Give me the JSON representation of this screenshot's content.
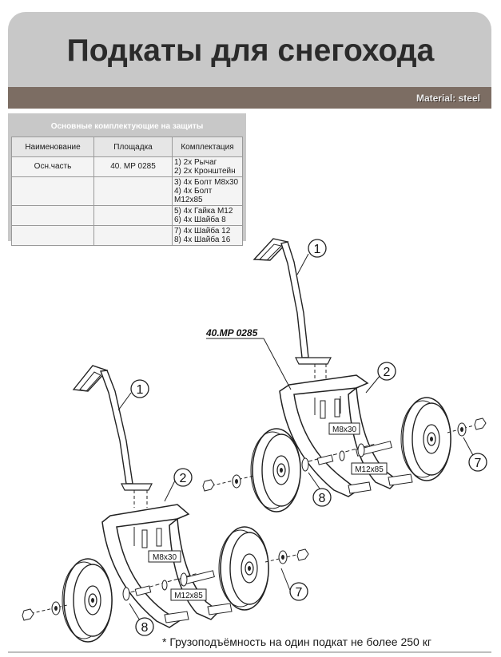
{
  "header": {
    "title": "Подкаты для снегохода",
    "material": "Material: steel"
  },
  "table": {
    "caption": "Основные комплектующие на защиты",
    "columns": [
      "Наименование",
      "Площадка",
      "Комплектация"
    ],
    "rows": [
      {
        "name": "Осн.часть",
        "platform": "40. MP 0285",
        "kit": [
          "1) 2x Рычаг",
          "2) 2x Кронштейн"
        ]
      },
      {
        "name": "",
        "platform": "",
        "kit": [
          "3) 4x Болт М8x30",
          "4) 4x Болт М12x85"
        ]
      },
      {
        "name": "",
        "platform": "",
        "kit": [
          "5) 4x Гайка М12",
          "6) 4x Шайба 8"
        ]
      },
      {
        "name": "",
        "platform": "",
        "kit": [
          "7) 4x Шайба 12",
          "8) 4x Шайба 16"
        ]
      }
    ]
  },
  "drawing": {
    "part_number": "40.MP 0285",
    "callouts": [
      "1",
      "2",
      "7",
      "8"
    ],
    "bolt_labels": {
      "small": "M8x30",
      "large": "M12x85"
    }
  },
  "footer": {
    "note": "* Грузоподъёмность на один подкат не более 250 кг"
  }
}
